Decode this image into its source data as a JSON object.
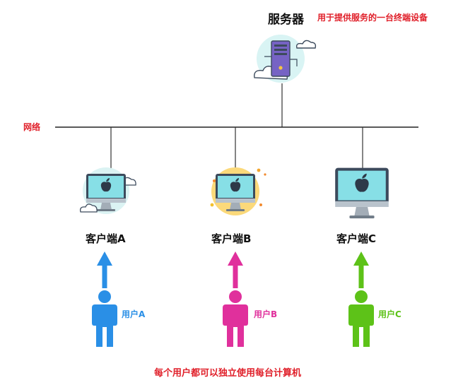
{
  "server": {
    "title": "服务器",
    "description": "用于提供服务的一台终端设备"
  },
  "network": {
    "label": "网络"
  },
  "clients": [
    {
      "label": "客户端A",
      "user": "用户A",
      "color": "#2a8fe6"
    },
    {
      "label": "客户端B",
      "user": "用户B",
      "color": "#e0309c"
    },
    {
      "label": "客户端C",
      "user": "用户C",
      "color": "#5dc218"
    }
  ],
  "footer": {
    "caption": "每个用户都可以独立使用每台计算机"
  },
  "icons": {
    "server": "server-tower-cloud-icon",
    "client_a": "imac-cloud-icon",
    "client_b": "imac-sun-icon",
    "client_c": "imac-icon",
    "user": "person-icon"
  }
}
